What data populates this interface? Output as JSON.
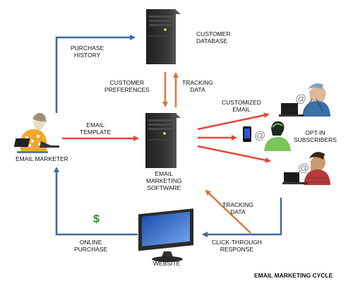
{
  "title": "EMAIL MARKETING CYCLE",
  "nodes": {
    "email_marketer": "EMAIL MARKETER",
    "customer_database": [
      "CUSTOMER",
      "DATABASE"
    ],
    "email_marketing_software": [
      "EMAIL",
      "MARKETING",
      "SOFTWARE"
    ],
    "opt_in_subscribers": [
      "OPT-IN",
      "SUBSCRIBERS"
    ],
    "website": "WEBSITE"
  },
  "edges": {
    "purchase_history": [
      "PURCHASE",
      "HISTORY"
    ],
    "customer_preferences": [
      "CUSTOMER",
      "PREFERENCES"
    ],
    "tracking_data_top": [
      "TRACKING",
      "DATA"
    ],
    "email_template": [
      "EMAIL",
      "TEMPLATE"
    ],
    "customized_email": [
      "CUSTOMIZED",
      "EMAIL"
    ],
    "tracking_data_bottom": [
      "TRACKING",
      "DATA"
    ],
    "click_through_response": [
      "CLICK-THROUGH",
      "RESPONSE"
    ],
    "online_purchase": [
      "ONLINE",
      "PURCHASE"
    ]
  },
  "symbols": {
    "dollar": "$",
    "at": "@"
  },
  "colors": {
    "blue_arrow": "#3b6aa8",
    "red_arrow": "#e8463c",
    "orange_arrow": "#d9763a",
    "server": "#2b2b2b"
  }
}
